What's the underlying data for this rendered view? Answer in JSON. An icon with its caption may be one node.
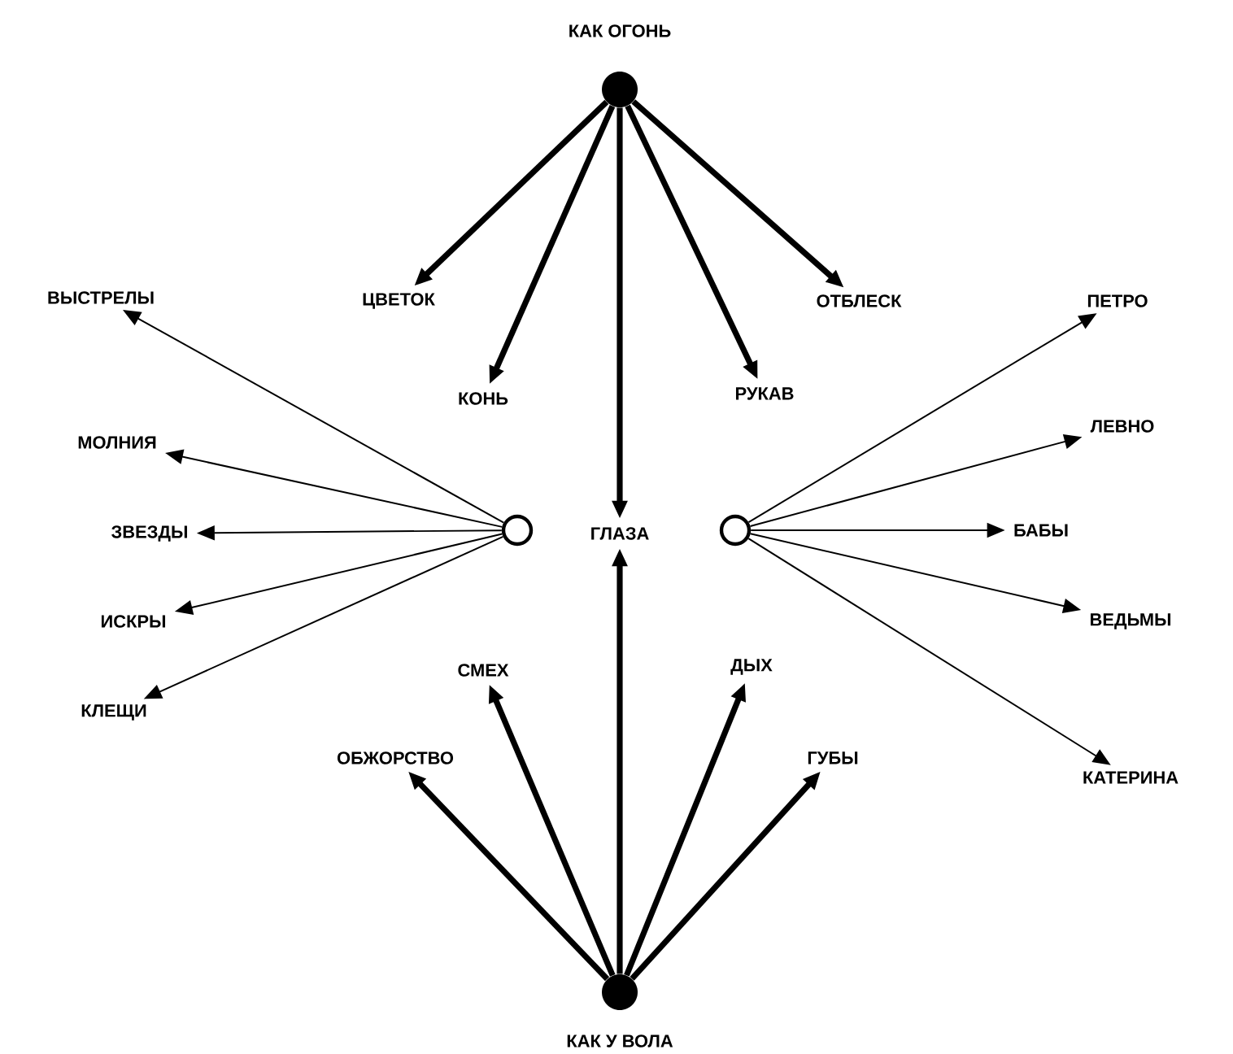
{
  "diagram": {
    "nodes": [
      {
        "text": [
          "КАК ОГОНЬ"
        ]
      },
      {
        "text": [
          "ВЫСТРЕЛЫ"
        ]
      },
      {
        "text": [
          "ЦВЕТОК"
        ]
      },
      {
        "text": [
          "ОТБЛЕСК"
        ]
      },
      {
        "text": [
          "ПЕТРО"
        ]
      },
      {
        "text": [
          "КОНЬ"
        ]
      },
      {
        "text": [
          "РУКАВ"
        ]
      },
      {
        "text": [
          "ЛЕВНО"
        ]
      },
      {
        "text": [
          "МОЛНИЯ"
        ]
      },
      {
        "text": [
          "ЗВЕЗДЫ"
        ]
      },
      {
        "text": [],
        "shape": "circle"
      },
      {
        "text": [
          "ГЛАЗА"
        ]
      },
      {
        "text": [],
        "shape": "circle"
      },
      {
        "text": [
          "БАБЫ"
        ]
      },
      {
        "text": [
          "ИСКРЫ"
        ]
      },
      {
        "text": [
          "ВЕДЬМЫ"
        ]
      },
      {
        "text": [
          "СМЕХ"
        ]
      },
      {
        "text": [
          "ДЫХ"
        ]
      },
      {
        "text": [
          "КЛЕЩИ"
        ]
      },
      {
        "text": [
          "ОБЖОРСТВО"
        ]
      },
      {
        "text": [
          "ГУБЫ"
        ]
      },
      {
        "text": [
          "КАТЕРИНА"
        ]
      },
      {
        "text": [
          "КАК У ВОЛА"
        ]
      }
    ],
    "edges": [
      {
        "from": 0,
        "to": 2,
        "arrow": "to",
        "style": "thick"
      },
      {
        "from": 0,
        "to": 5,
        "arrow": "to",
        "style": "thick"
      },
      {
        "from": 0,
        "to": 11,
        "arrow": "to",
        "style": "thick"
      },
      {
        "from": 0,
        "to": 6,
        "arrow": "to",
        "style": "thick"
      },
      {
        "from": 0,
        "to": 3,
        "arrow": "to",
        "style": "thick"
      },
      {
        "from": 10,
        "to": 1,
        "arrow": "to"
      },
      {
        "from": 10,
        "to": 8,
        "arrow": "to"
      },
      {
        "from": 10,
        "to": 9,
        "arrow": "to"
      },
      {
        "from": 10,
        "to": 14,
        "arrow": "to"
      },
      {
        "from": 10,
        "to": 18,
        "arrow": "to"
      },
      {
        "from": 12,
        "to": 4,
        "arrow": "to"
      },
      {
        "from": 12,
        "to": 7,
        "arrow": "to"
      },
      {
        "from": 12,
        "to": 13,
        "arrow": "to"
      },
      {
        "from": 12,
        "to": 15,
        "arrow": "to"
      },
      {
        "from": 12,
        "to": 21,
        "arrow": "to"
      },
      {
        "from": 22,
        "to": 19,
        "arrow": "to",
        "style": "thick"
      },
      {
        "from": 22,
        "to": 16,
        "arrow": "to",
        "style": "thick"
      },
      {
        "from": 22,
        "to": 11,
        "arrow": "to",
        "style": "thick"
      },
      {
        "from": 22,
        "to": 17,
        "arrow": "to",
        "style": "thick"
      },
      {
        "from": 22,
        "to": 20,
        "arrow": "to",
        "style": "thick"
      }
    ]
  }
}
